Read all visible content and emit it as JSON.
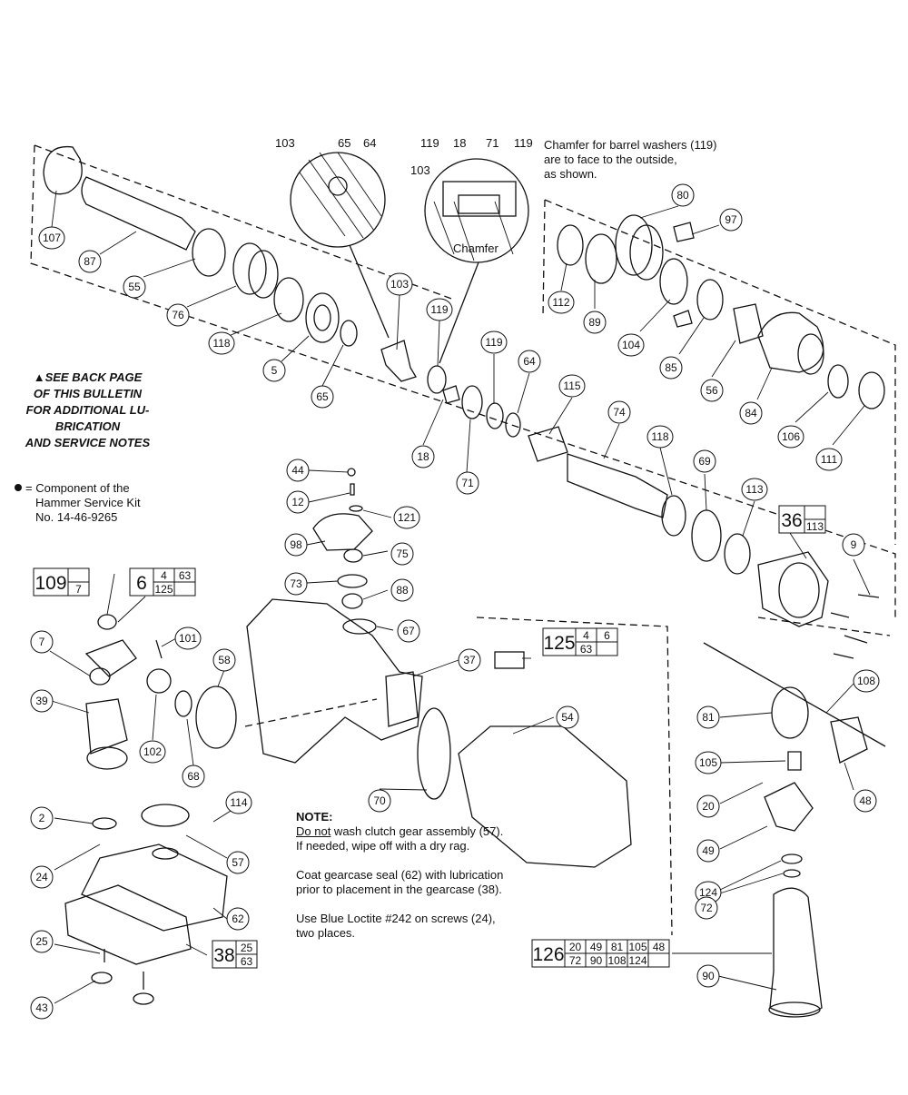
{
  "notes": {
    "back_page": [
      "▲SEE BACK PAGE",
      "OF THIS BULLETIN",
      "FOR ADDITIONAL LU-",
      "BRICATION",
      "AND SERVICE NOTES"
    ],
    "kit_line1": "= Component of the",
    "kit_line2": "Hammer Service Kit",
    "kit_line3": "No. 14-46-9265",
    "chamfer": [
      "Chamfer for barrel washers (119)",
      "are to face to the outside,",
      "as shown."
    ],
    "note_title": "NOTE:",
    "note_do_not": "Do not",
    "note_wash_rest": " wash clutch gear assembly (57). If needed, wipe off with a dry rag.",
    "note_coat": "Coat gearcase seal (62) with lubrication prior to placement in the gearcase (38).",
    "note_loctite": "Use Blue Loctite #242 on screws (24), two places.",
    "detail_chamfer_label": "Chamfer"
  },
  "detail_labels": [
    "103",
    "65",
    "64",
    "119",
    "18",
    "71",
    "119",
    "103"
  ],
  "callouts": [
    "107",
    "87",
    "55",
    "76",
    "118",
    "5",
    "65",
    "103",
    "119",
    "18",
    "71",
    "119",
    "64",
    "115",
    "74",
    "118",
    "69",
    "113",
    "112",
    "89",
    "80",
    "97",
    "104",
    "85",
    "56",
    "84",
    "106",
    "111",
    "44",
    "12",
    "121",
    "98",
    "75",
    "73",
    "88",
    "67",
    "101",
    "58",
    "37",
    "7",
    "39",
    "102",
    "68",
    "70",
    "54",
    "108",
    "81",
    "105",
    "20",
    "49",
    "124",
    "72",
    "48",
    "9",
    "90",
    "2",
    "24",
    "114",
    "57",
    "62",
    "25",
    "43"
  ],
  "kit_boxes": [
    {
      "main": "109",
      "subs": [
        "7"
      ]
    },
    {
      "main": "6",
      "subs": [
        "4",
        "63",
        "125"
      ]
    },
    {
      "main": "125",
      "subs": [
        "4",
        "6",
        "63"
      ]
    },
    {
      "main": "36",
      "subs": [
        "113"
      ]
    },
    {
      "main": "38",
      "subs": [
        "25",
        "63"
      ]
    },
    {
      "main": "126",
      "subs": [
        "20",
        "49",
        "81",
        "105",
        "48",
        "72",
        "90",
        "108",
        "124"
      ]
    }
  ],
  "colors": {
    "ink": "#111111",
    "paper": "#ffffff"
  }
}
